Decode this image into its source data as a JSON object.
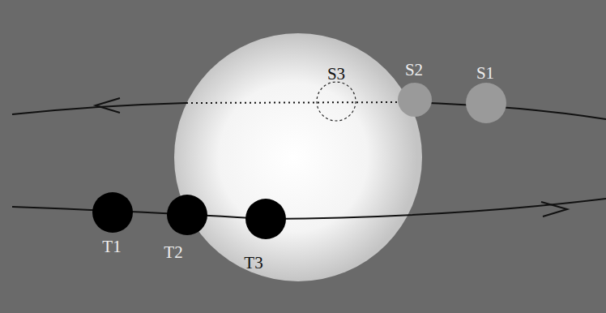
{
  "diagram": {
    "labels": [
      "S3",
      "S2",
      "S1",
      "T1",
      "T2",
      "T3"
    ]
  }
}
